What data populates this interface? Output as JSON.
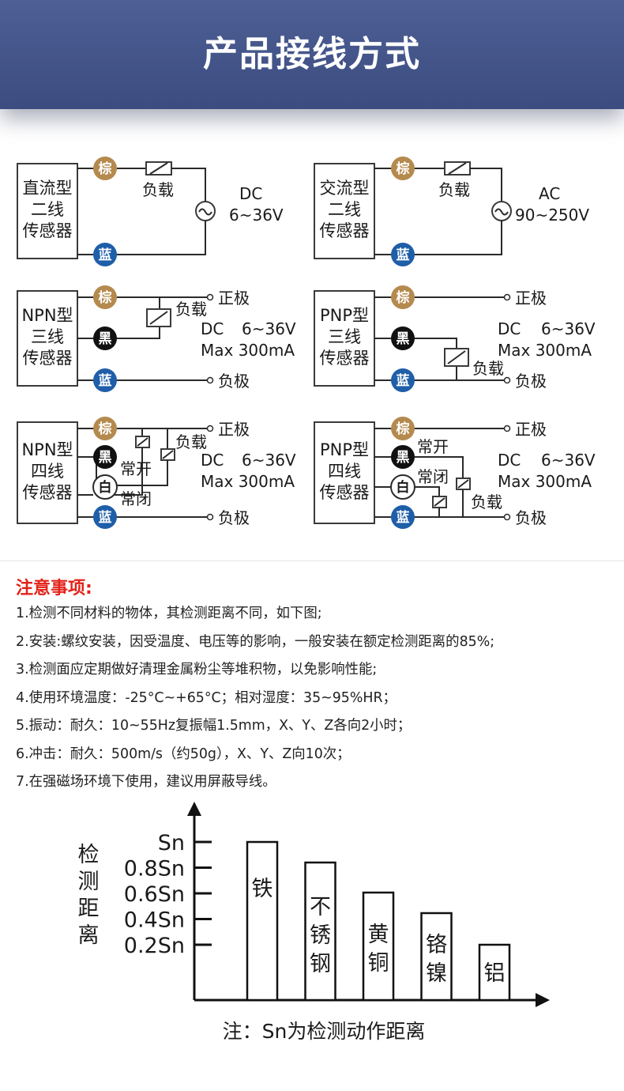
{
  "header": {
    "title": "产品接线方式"
  },
  "wiring": {
    "wire_colors": {
      "brown": "#b58a4e",
      "black": "#111111",
      "blue": "#1f5ea8",
      "white": "#ffffff"
    },
    "brown_label": "棕",
    "black_label": "黑",
    "blue_label": "蓝",
    "white_label": "白",
    "load_label": "负载",
    "positive_label": "正极",
    "negative_label": "负极",
    "no_label": "常开",
    "nc_label": "常闭",
    "dc_label": "DC",
    "dc_voltage": "6~36V",
    "dc_max": "Max 300mA",
    "ac_label": "AC",
    "ac_voltage": "90~250V",
    "dc_two_wire_name": [
      "直流型",
      "二线",
      "传感器"
    ],
    "dc_two_wire_voltage": "6~36V",
    "ac_two_wire_name": [
      "交流型",
      "二线",
      "传感器"
    ],
    "npn_three_name": [
      "NPN型",
      "三线",
      "传感器"
    ],
    "pnp_three_name": [
      "PNP型",
      "三线",
      "传感器"
    ],
    "npn_four_name": [
      "NPN型",
      "四线",
      "传感器"
    ],
    "pnp_four_name": [
      "PNP型",
      "四线",
      "传感器"
    ]
  },
  "notes": {
    "title": "注意事项:",
    "items": [
      "1.检测不同材料的物体，其检测距离不同，如下图;",
      "2.安装:螺纹安装，因受温度、电压等的影响，一般安装在额定检测距离的85%;",
      "3.检测面应定期做好清理金属粉尘等堆积物，以免影响性能;",
      "4.使用环境温度：-25°C~+65°C；相对湿度：35~95%HR；",
      "5.振动：耐久：10~55Hz复振幅1.5mm，X、Y、Z各向2小时；",
      "6.冲击：耐久：500m/s（约50g），X、Y、Z向10次；",
      "7.在强磁场环境下使用，建议用屏蔽导线。"
    ]
  },
  "chart_data": {
    "type": "bar",
    "ylabel": "检测距离",
    "ytick_labels": [
      "Sn",
      "0.8Sn",
      "0.6Sn",
      "0.4Sn",
      "0.2Sn"
    ],
    "categories": [
      "铁",
      "不锈钢",
      "黄铜",
      "铬镍",
      "铝"
    ],
    "values": [
      1.0,
      0.87,
      0.68,
      0.55,
      0.35
    ],
    "ylim": [
      0,
      1.0
    ],
    "note": "注：Sn为检测动作距离"
  }
}
